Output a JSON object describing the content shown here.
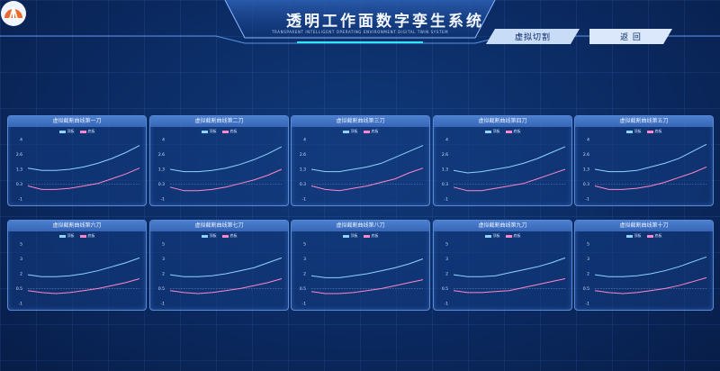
{
  "header": {
    "title": "透明工作面数字孪生系统",
    "subtitle": "TRANSPARENT INTELLIGENT OPERATING ENVIRONMENT DIGITAL TWIN SYSTEM",
    "virtual_cut_label": "虚拟切割",
    "back_label": "返  回"
  },
  "colors": {
    "top": "#8fd3ff",
    "bottom": "#ff86c8"
  },
  "legend": {
    "top": "顶板",
    "bottom": "底板"
  },
  "chart_data": [
    {
      "type": "line",
      "title": "虚拟截割曲线第一刀",
      "yticks": [
        "4",
        "2.6",
        "1.3",
        "0.3",
        "-1"
      ],
      "ylim": [
        -1,
        4
      ],
      "series": [
        {
          "name": "顶板",
          "values": [
            1.6,
            1.4,
            1.4,
            1.5,
            1.7,
            2.0,
            2.4,
            2.9,
            3.5
          ]
        },
        {
          "name": "底板",
          "values": [
            0.1,
            -0.2,
            -0.2,
            -0.1,
            0.1,
            0.3,
            0.7,
            1.1,
            1.6
          ]
        }
      ]
    },
    {
      "type": "line",
      "title": "虚拟截割曲线第二刀",
      "yticks": [
        "4",
        "2.6",
        "1.3",
        "0.3",
        "-1"
      ],
      "ylim": [
        -1,
        4
      ],
      "series": [
        {
          "name": "顶板",
          "values": [
            1.5,
            1.3,
            1.3,
            1.4,
            1.6,
            1.9,
            2.3,
            2.8,
            3.4
          ]
        },
        {
          "name": "底板",
          "values": [
            0.0,
            -0.3,
            -0.3,
            -0.2,
            0.0,
            0.3,
            0.6,
            1.0,
            1.5
          ]
        }
      ]
    },
    {
      "type": "line",
      "title": "虚拟截割曲线第三刀",
      "yticks": [
        "4",
        "2.6",
        "1.3",
        "0.3",
        "-1"
      ],
      "ylim": [
        -1,
        4
      ],
      "series": [
        {
          "name": "顶板",
          "values": [
            1.5,
            1.3,
            1.3,
            1.5,
            1.7,
            2.0,
            2.5,
            3.0,
            3.5
          ]
        },
        {
          "name": "底板",
          "values": [
            0.1,
            -0.2,
            -0.3,
            -0.1,
            0.1,
            0.4,
            0.7,
            1.2,
            1.6
          ]
        }
      ]
    },
    {
      "type": "line",
      "title": "虚拟截割曲线第四刀",
      "yticks": [
        "4",
        "2.6",
        "1.3",
        "0.3",
        "-1"
      ],
      "ylim": [
        -1,
        4
      ],
      "series": [
        {
          "name": "顶板",
          "values": [
            1.4,
            1.2,
            1.3,
            1.5,
            1.7,
            2.0,
            2.4,
            2.9,
            3.4
          ]
        },
        {
          "name": "底板",
          "values": [
            0.0,
            -0.3,
            -0.3,
            -0.1,
            0.1,
            0.3,
            0.7,
            1.1,
            1.5
          ]
        }
      ]
    },
    {
      "type": "line",
      "title": "虚拟截割曲线第五刀",
      "yticks": [
        "4",
        "2.6",
        "1.3",
        "0.3",
        "-1"
      ],
      "ylim": [
        -1,
        4
      ],
      "series": [
        {
          "name": "顶板",
          "values": [
            1.5,
            1.3,
            1.3,
            1.4,
            1.7,
            2.0,
            2.4,
            3.0,
            3.6
          ]
        },
        {
          "name": "底板",
          "values": [
            0.1,
            -0.2,
            -0.2,
            -0.1,
            0.1,
            0.4,
            0.8,
            1.2,
            1.7
          ]
        }
      ]
    },
    {
      "type": "line",
      "title": "虚拟截割曲线第六刀",
      "yticks": [
        "5",
        "3",
        "2",
        "0.5",
        "-1"
      ],
      "ylim": [
        -1,
        5
      ],
      "series": [
        {
          "name": "顶板",
          "values": [
            1.9,
            1.7,
            1.7,
            1.8,
            2.0,
            2.3,
            2.7,
            3.1,
            3.6
          ]
        },
        {
          "name": "底板",
          "values": [
            0.3,
            0.1,
            0.0,
            0.1,
            0.3,
            0.5,
            0.8,
            1.1,
            1.5
          ]
        }
      ]
    },
    {
      "type": "line",
      "title": "虚拟截割曲线第七刀",
      "yticks": [
        "5",
        "3",
        "2",
        "0.5",
        "-1"
      ],
      "ylim": [
        -1,
        5
      ],
      "series": [
        {
          "name": "顶板",
          "values": [
            1.9,
            1.7,
            1.7,
            1.8,
            2.0,
            2.3,
            2.6,
            3.1,
            3.6
          ]
        },
        {
          "name": "底板",
          "values": [
            0.3,
            0.1,
            0.0,
            0.1,
            0.3,
            0.5,
            0.8,
            1.1,
            1.5
          ]
        }
      ]
    },
    {
      "type": "line",
      "title": "虚拟截割曲线第八刀",
      "yticks": [
        "5",
        "3",
        "2",
        "0.5",
        "-1"
      ],
      "ylim": [
        -1,
        5
      ],
      "series": [
        {
          "name": "顶板",
          "values": [
            1.8,
            1.6,
            1.6,
            1.8,
            2.0,
            2.3,
            2.6,
            3.0,
            3.5
          ]
        },
        {
          "name": "底板",
          "values": [
            0.2,
            0.0,
            0.0,
            0.1,
            0.3,
            0.5,
            0.8,
            1.1,
            1.4
          ]
        }
      ]
    },
    {
      "type": "line",
      "title": "虚拟截割曲线第九刀",
      "yticks": [
        "5",
        "3",
        "2",
        "0.5",
        "-1"
      ],
      "ylim": [
        -1,
        5
      ],
      "series": [
        {
          "name": "顶板",
          "values": [
            1.9,
            1.7,
            1.7,
            1.8,
            2.1,
            2.4,
            2.7,
            3.1,
            3.6
          ]
        },
        {
          "name": "底板",
          "values": [
            0.3,
            0.1,
            0.1,
            0.2,
            0.3,
            0.6,
            0.9,
            1.2,
            1.5
          ]
        }
      ]
    },
    {
      "type": "line",
      "title": "虚拟截割曲线第十刀",
      "yticks": [
        "5",
        "3",
        "2",
        "0.5",
        "-1"
      ],
      "ylim": [
        -1,
        5
      ],
      "series": [
        {
          "name": "顶板",
          "values": [
            1.9,
            1.7,
            1.7,
            1.8,
            2.0,
            2.3,
            2.7,
            3.2,
            3.7
          ]
        },
        {
          "name": "底板",
          "values": [
            0.3,
            0.1,
            0.0,
            0.1,
            0.3,
            0.5,
            0.8,
            1.2,
            1.6
          ]
        }
      ]
    }
  ]
}
